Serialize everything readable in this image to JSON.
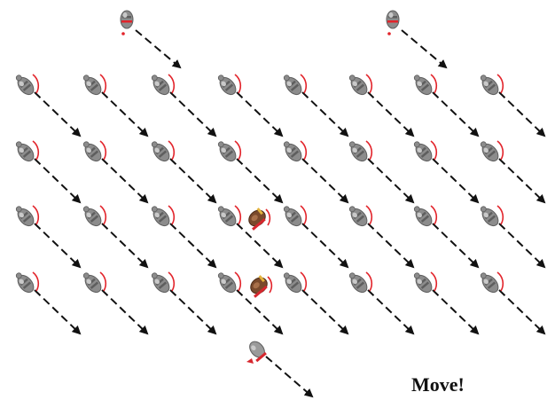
{
  "caption": "Move!",
  "colors": {
    "unit_body": "#8c8c8c",
    "unit_shadow": "#5e5e5e",
    "unit_highlight": "#c9c9c9",
    "facing_arc": "#e2232a",
    "arrow": "#111111",
    "hero_body": "#7a4a2c",
    "hero_accent": "#d6272e",
    "hero_trim": "#e3b23c",
    "scout_body": "#9a9a9a",
    "scout_accent": "#d6272e"
  },
  "icons": {
    "unit": "soldier-unit-icon",
    "facing": "facing-arc-icon",
    "move_arrow": "dashed-move-arrow-icon",
    "hero": "hero-unit-icon",
    "scout": "scout-unit-icon"
  },
  "formation": {
    "rows": 4,
    "columns": 8,
    "facing": "south-east"
  }
}
